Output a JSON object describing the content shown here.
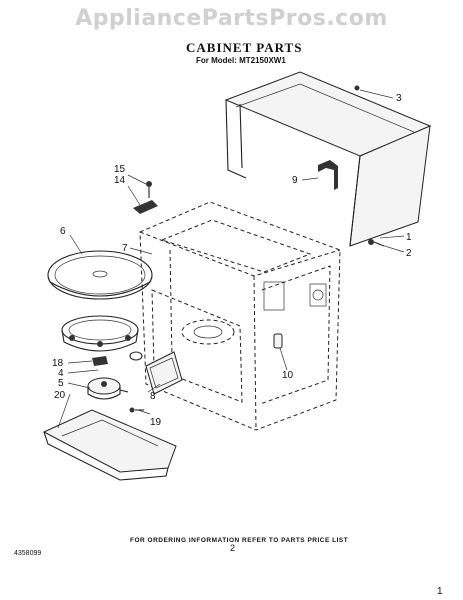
{
  "watermark": "AppliancePartsPros.com",
  "title": "CABINET PARTS",
  "subtitle": "For Model: MT2150XW1",
  "callouts": {
    "c1": "1",
    "c2": "2",
    "c3": "3",
    "c4": "4",
    "c5": "5",
    "c6": "6",
    "c7": "7",
    "c8": "8",
    "c9": "9",
    "c10": "10",
    "c14": "14",
    "c15": "15",
    "c18": "18",
    "c19": "19",
    "c20": "20"
  },
  "footer_note": "FOR ORDERING INFORMATION REFER TO PARTS PRICE LIST",
  "document_number": "4358099",
  "page_number": "2",
  "corner_number": "1"
}
